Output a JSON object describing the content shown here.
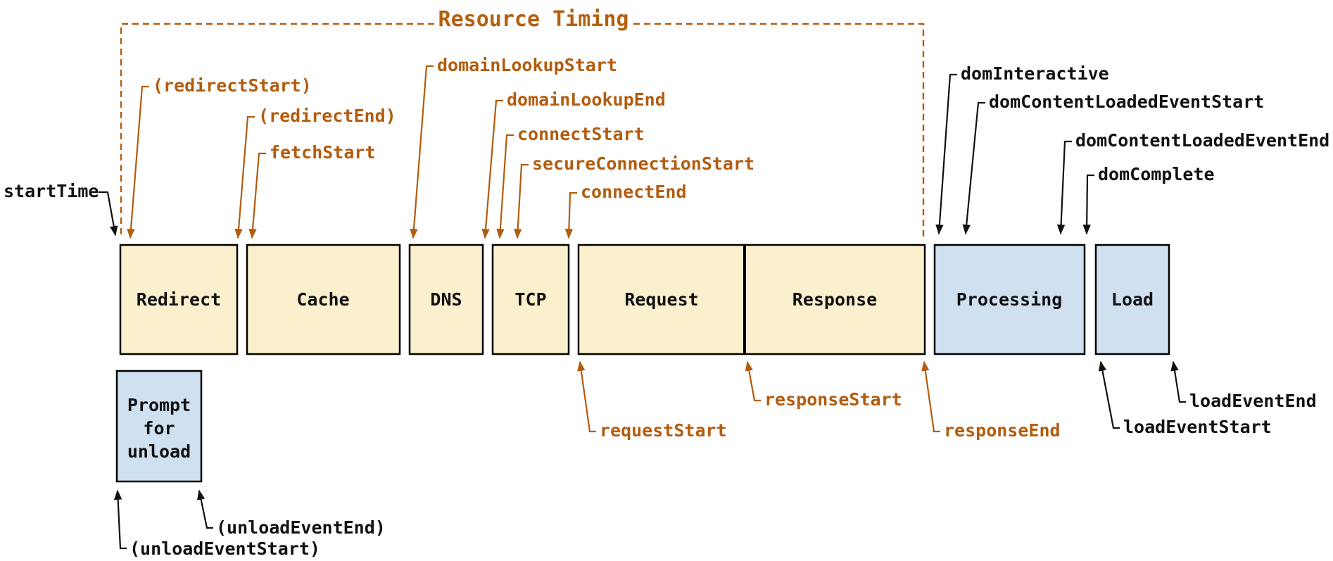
{
  "title": "Resource Timing",
  "colors": {
    "orange_accent": "#b35c0e",
    "resource_box_fill": "#fbf0cd",
    "document_box_fill": "#cfe0f0",
    "box_border": "#000000",
    "black_text": "#111111"
  },
  "phases": [
    {
      "label": "Redirect",
      "kind": "resource"
    },
    {
      "label": "Cache",
      "kind": "resource"
    },
    {
      "label": "DNS",
      "kind": "resource"
    },
    {
      "label": "TCP",
      "kind": "resource"
    },
    {
      "label": "Request",
      "kind": "resource"
    },
    {
      "label": "Response",
      "kind": "resource"
    },
    {
      "label": "Processing",
      "kind": "document"
    },
    {
      "label": "Load",
      "kind": "document"
    }
  ],
  "prompt_box": {
    "lines": [
      "Prompt",
      "for",
      "unload"
    ]
  },
  "events": {
    "top_orange": [
      {
        "label": "(redirectStart)"
      },
      {
        "label": "(redirectEnd)"
      },
      {
        "label": "fetchStart"
      },
      {
        "label": "domainLookupStart"
      },
      {
        "label": "domainLookupEnd"
      },
      {
        "label": "connectStart"
      },
      {
        "label": "secureConnectionStart"
      },
      {
        "label": "connectEnd"
      }
    ],
    "top_black": [
      {
        "label": "startTime"
      },
      {
        "label": "domInteractive"
      },
      {
        "label": "domContentLoadedEventStart"
      },
      {
        "label": "domContentLoadedEventEnd"
      },
      {
        "label": "domComplete"
      }
    ],
    "bottom_orange": [
      {
        "label": "requestStart"
      },
      {
        "label": "responseStart"
      },
      {
        "label": "responseEnd"
      }
    ],
    "bottom_black": [
      {
        "label": "loadEventStart"
      },
      {
        "label": "loadEventEnd"
      },
      {
        "label": "(unloadEventStart)"
      },
      {
        "label": "(unloadEventEnd)"
      }
    ]
  }
}
